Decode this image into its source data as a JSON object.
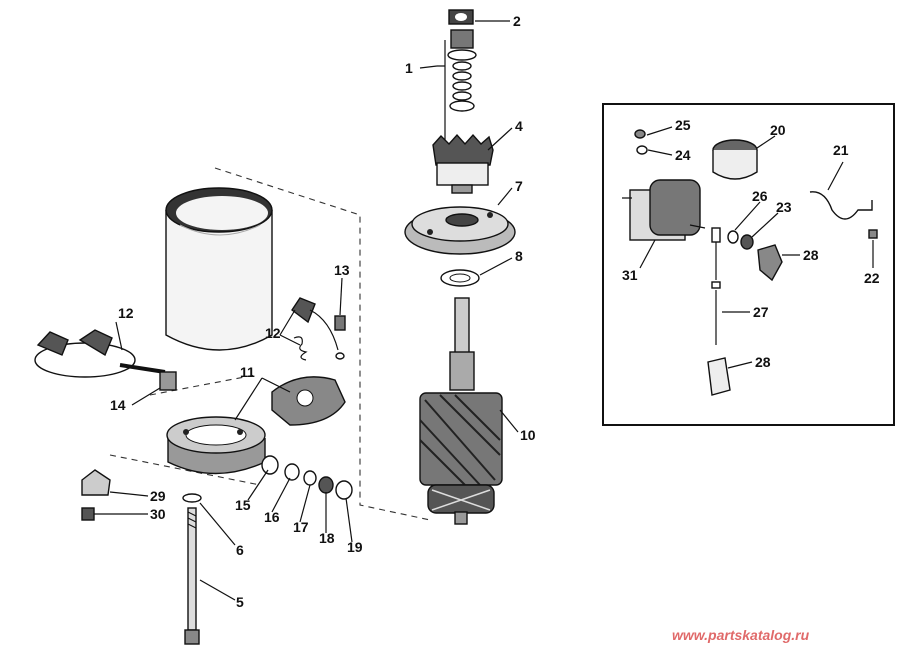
{
  "callouts": {
    "n1": "1",
    "n2": "2",
    "n4": "4",
    "n5": "5",
    "n6": "6",
    "n7": "7",
    "n8": "8",
    "n10": "10",
    "n11": "11",
    "n12a": "12",
    "n12b": "12",
    "n13": "13",
    "n14": "14",
    "n15": "15",
    "n16": "16",
    "n17": "17",
    "n18": "18",
    "n19": "19",
    "n20": "20",
    "n21": "21",
    "n22": "22",
    "n23": "23",
    "n24": "24",
    "n25": "25",
    "n26": "26",
    "n27": "27",
    "n28a": "28",
    "n28b": "28",
    "n29": "29",
    "n30": "30",
    "n31": "31"
  },
  "watermark": "www.partskatalog.ru",
  "colors": {
    "line": "#111111",
    "watermark": "#e06a6a",
    "background": "#ffffff"
  }
}
